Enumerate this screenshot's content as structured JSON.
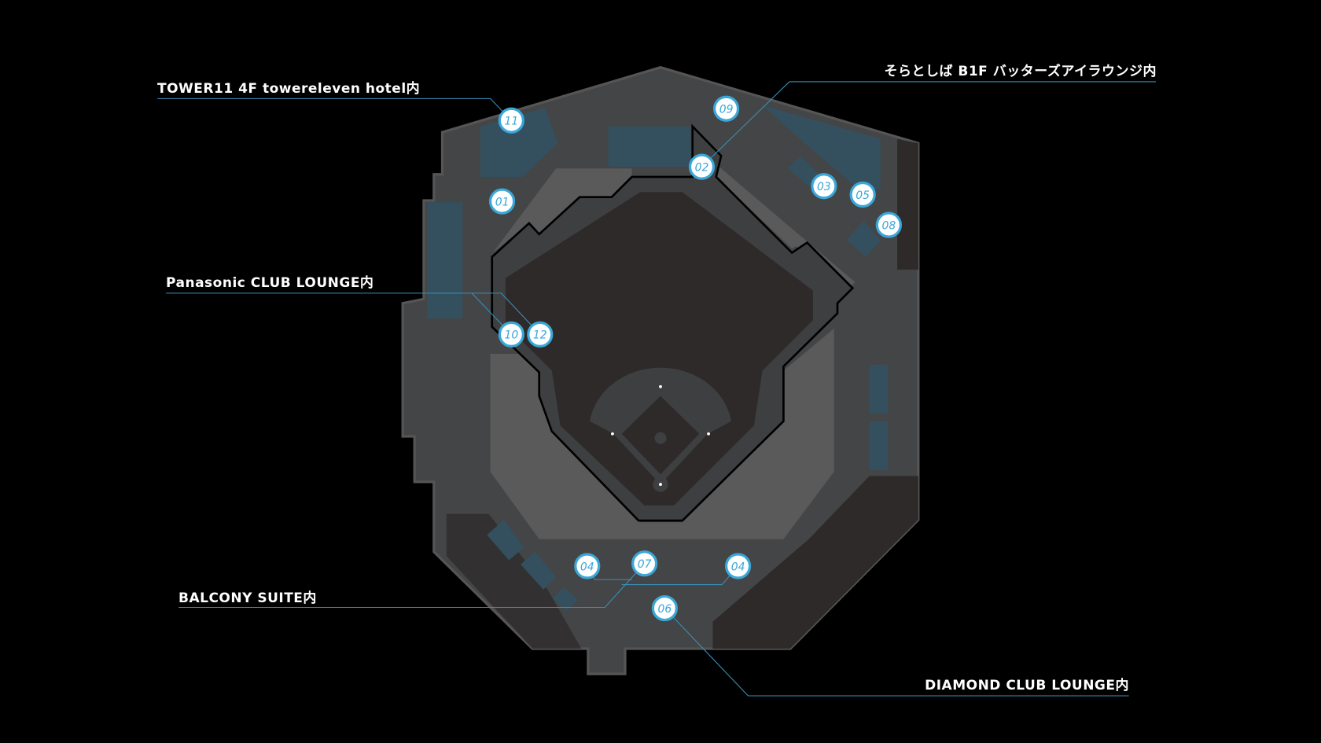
{
  "labels": {
    "tower11": "TOWER11 4F towereleven hotel内",
    "soratoshiba": "そらとしば B1F バッターズアイラウンジ内",
    "panasonic": "Panasonic CLUB LOUNGE内",
    "balcony": "BALCONY SUITE内",
    "diamond": "DIAMOND CLUB LOUNGE内"
  },
  "markers": [
    "01",
    "02",
    "03",
    "04",
    "05",
    "06",
    "07",
    "08",
    "09",
    "10",
    "11",
    "12"
  ],
  "colors": {
    "accent": "#3aa7d8",
    "room": "#34505f",
    "floor": "#444546",
    "seats": "#5a5a5a",
    "field": "#2e2a2a"
  }
}
